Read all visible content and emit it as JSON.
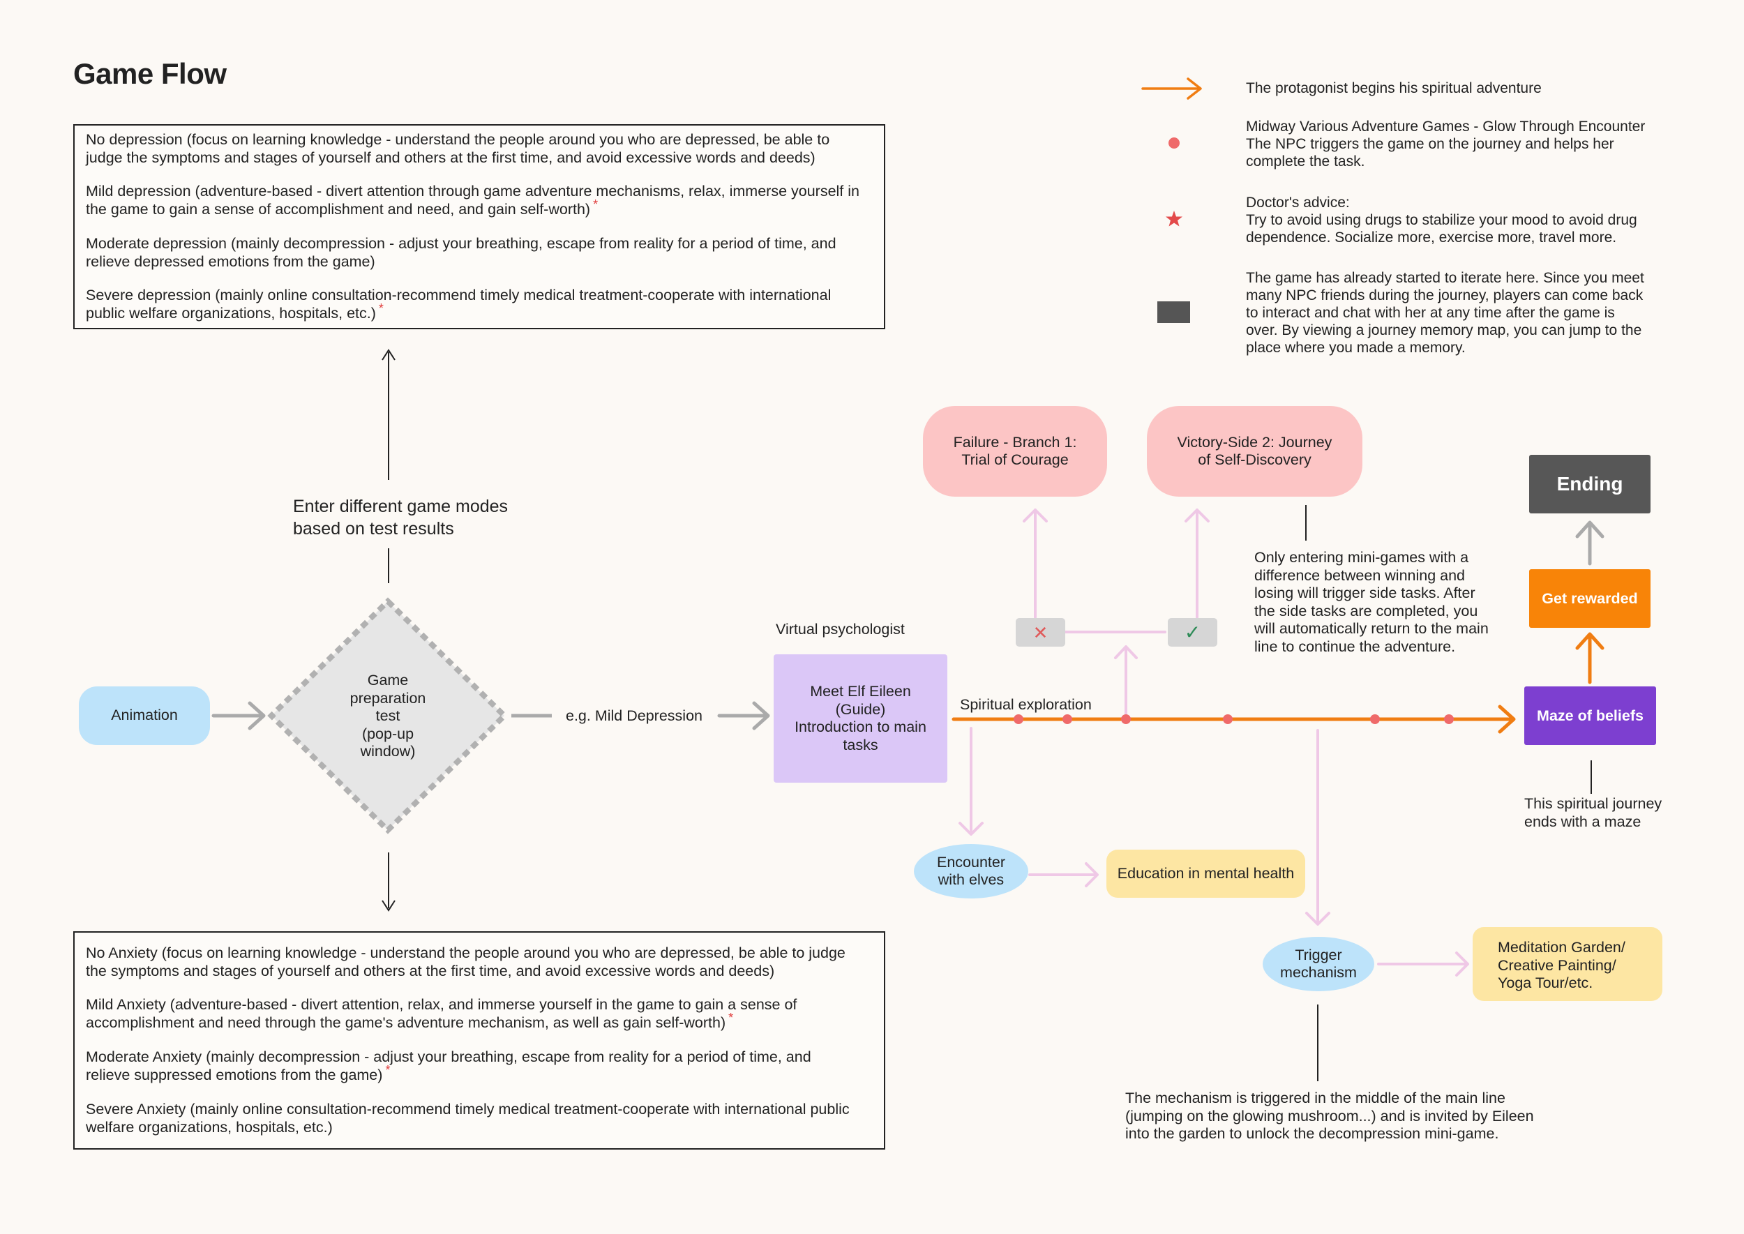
{
  "title": "Game Flow",
  "colors": {
    "orange": "#f07d12",
    "pink_wire": "#efc8e6",
    "grey_arrow": "#aaaaaa",
    "red_dot": "#ef6a6a",
    "animation_fill": "#bde3fa",
    "decision_fill": "#e6e6e6",
    "meet_elf_fill": "#dbc7f7",
    "failure_fill": "#fcc5c5",
    "encounter_fill": "#bde3fa",
    "education_fill": "#fde6a3",
    "garden_fill": "#fde6a3",
    "maze_fill": "#7d3fd0",
    "reward_fill": "#f88408",
    "ending_fill": "#575757"
  },
  "legend": [
    {
      "icon": "orange-arrow-icon",
      "text": "The protagonist begins his spiritual adventure"
    },
    {
      "icon": "red-dot-icon",
      "lines": [
        "Midway Various Adventure Games - Glow Through Encounter",
        "The NPC triggers the game on the journey and helps her",
        "complete the task."
      ]
    },
    {
      "icon": "red-star-icon",
      "heading": "Doctor's advice:",
      "lines": [
        "Try to avoid using drugs to stabilize your mood to avoid drug",
        "dependence. Socialize more, exercise more, travel more."
      ]
    },
    {
      "icon": "dark-rect-icon",
      "lines": [
        "The game has already started to iterate here. Since you meet",
        "many NPC friends during the journey, players can come back",
        "to interact and chat with her at any time after the game is",
        "over. By viewing a journey memory map, you can jump to the",
        "place where you made a memory."
      ]
    }
  ],
  "depression_box": [
    {
      "lines": [
        "No depression (focus on learning knowledge - understand the people around you who are depressed, be able to",
        "judge the symptoms and stages of yourself and others at the first time, and avoid excessive words and deeds)"
      ],
      "star": false
    },
    {
      "lines": [
        "Mild depression (adventure-based - divert attention through game adventure mechanisms, relax, immerse yourself in",
        "the game to gain a sense of accomplishment and need, and gain self-worth)"
      ],
      "star": true
    },
    {
      "lines": [
        "Moderate depression (mainly decompression - adjust your breathing, escape from reality for a period of time, and",
        "relieve depressed emotions from the game)"
      ],
      "star": false
    },
    {
      "lines": [
        "Severe depression (mainly online consultation-recommend timely medical treatment-cooperate with international",
        "public welfare organizations, hospitals, etc.)"
      ],
      "star": true
    }
  ],
  "anxiety_box": [
    {
      "lines": [
        "No Anxiety (focus on learning knowledge - understand the people around you who are depressed, be able to judge",
        "the symptoms and stages of yourself and others at the first time, and avoid excessive words and deeds)"
      ],
      "star": false
    },
    {
      "lines": [
        "Mild Anxiety (adventure-based - divert attention, relax, and immerse yourself in the game to gain a sense of",
        "accomplishment and need through the game's adventure mechanism, as well as gain self-worth)"
      ],
      "star": true
    },
    {
      "lines": [
        "Moderate Anxiety (mainly decompression - adjust your breathing, escape from reality for a period of time, and",
        "relieve suppressed emotions from the game)"
      ],
      "star": true
    },
    {
      "lines": [
        "Severe Anxiety (mainly online consultation-recommend timely medical treatment-cooperate with international public",
        "welfare organizations, hospitals, etc.)"
      ],
      "star": false
    }
  ],
  "mode_label": [
    "Enter different game modes",
    "based on test results"
  ],
  "nodes": {
    "animation": "Animation",
    "test": [
      "Game",
      "preparation",
      "test",
      "(pop-up",
      "window)"
    ],
    "mild_example": "e.g. Mild Depression",
    "virtual_psychologist": "Virtual psychologist",
    "meet_elf": [
      "Meet Elf Eileen",
      "(Guide)",
      "Introduction to main",
      "tasks"
    ],
    "spiritual_exploration": "Spiritual exploration",
    "failure": [
      "Failure - Branch 1:",
      "Trial of Courage"
    ],
    "victory": [
      "Victory-Side 2: Journey",
      "of Self-Discovery"
    ],
    "side_note": [
      "Only entering mini-games with a",
      "difference between winning and",
      "losing will trigger side tasks. After",
      "the side tasks are completed, you",
      "will automatically return to the main",
      "line to continue the adventure."
    ],
    "encounter": [
      "Encounter",
      "with elves"
    ],
    "education": "Education in mental health",
    "trigger": [
      "Trigger",
      "mechanism"
    ],
    "garden": [
      "Meditation Garden/",
      "Creative Painting/",
      "Yoga Tour/etc."
    ],
    "trigger_note": [
      "The mechanism is triggered in the middle of the main line",
      "(jumping on the glowing mushroom...) and is invited by Eileen",
      "into the garden to unlock the decompression mini-game."
    ],
    "maze": "Maze of beliefs",
    "maze_note": [
      "This spiritual journey",
      "ends with a maze"
    ],
    "reward": "Get rewarded",
    "ending": "Ending"
  },
  "icons": {
    "fail": "cross-icon",
    "win": "check-icon"
  }
}
